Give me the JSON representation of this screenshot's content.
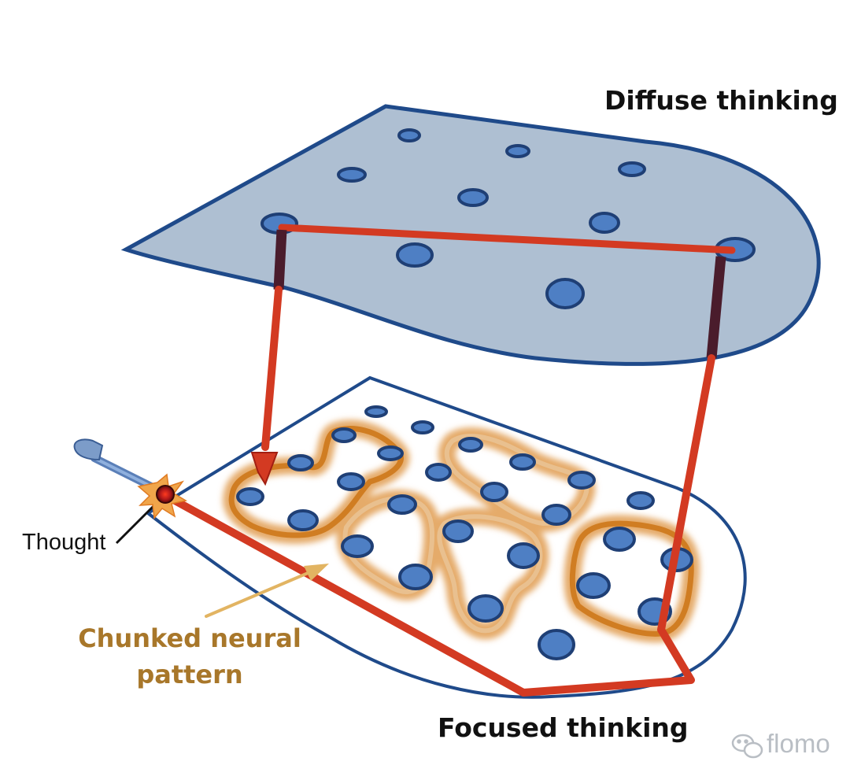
{
  "labels": {
    "diffuse": "Diffuse thinking",
    "focused": "Focused thinking",
    "thought": "Thought",
    "chunk_line1": "Chunked neural",
    "chunk_line2": "pattern"
  },
  "watermark": {
    "icon": "wechat-icon",
    "text": "flomo"
  },
  "colors": {
    "diffuse_fill": "#aebfd2",
    "outline": "#1f4a8a",
    "neuron_fill": "#4e7fc4",
    "path": "#d33a22",
    "connector_dark": "#4a1c2c",
    "chunk": "#d07d22",
    "chunk_text": "#a8772a",
    "arrow_gold": "#e2b462"
  }
}
